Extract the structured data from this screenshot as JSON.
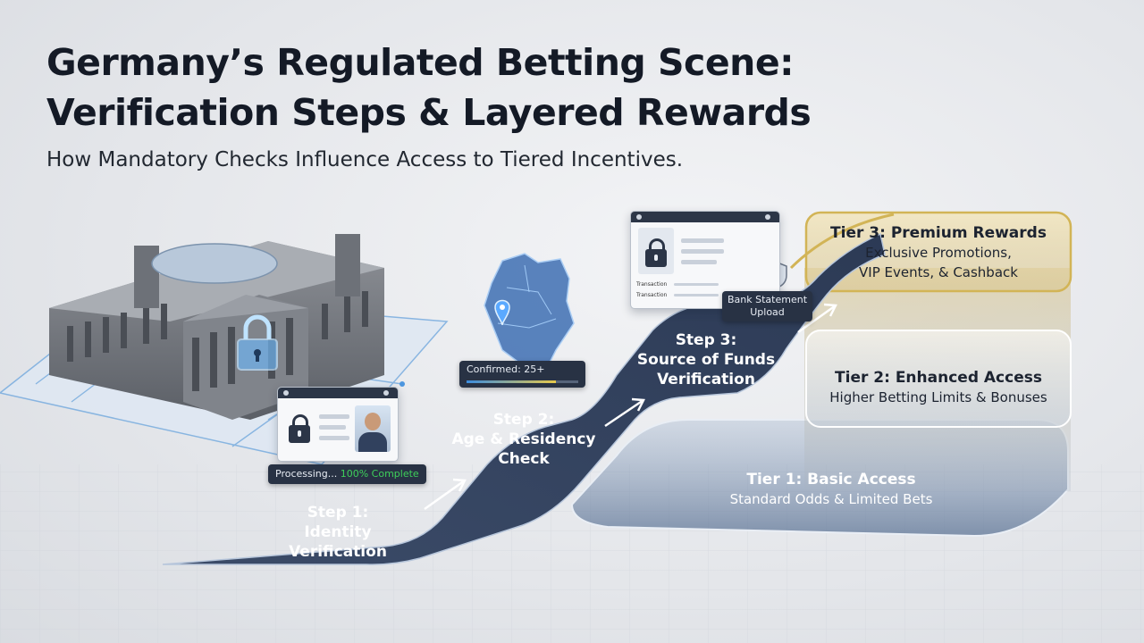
{
  "header": {
    "title_line1": "Germany’s Regulated Betting Scene:",
    "title_line2": "Verification Steps & Layered Rewards",
    "subtitle": "How Mandatory Checks Influence Access to Tiered Incentives."
  },
  "steps": [
    {
      "line1": "Step 1:",
      "line2": "Identity Verification"
    },
    {
      "line1": "Step 2:",
      "line2": "Age & Residency",
      "line3": "Check"
    },
    {
      "line1": "Step 3:",
      "line2": "Source of Funds",
      "line3": "Verification"
    }
  ],
  "tiers": [
    {
      "title": "Tier 3: Premium Rewards",
      "line1": "Exclusive Promotions,",
      "line2": "VIP Events, & Cashback"
    },
    {
      "title": "Tier 2: Enhanced Access",
      "line1": "Higher Betting Limits & Bonuses"
    },
    {
      "title": "Tier 1: Basic Access",
      "line1": "Standard Odds & Limited Bets"
    }
  ],
  "cards": {
    "identity_status_prefix": "Processing... ",
    "identity_status_complete": "100% Complete",
    "age_status": "Confirmed: 25+",
    "age_progress": 0.8,
    "funds_row1": "Transaction",
    "funds_row2": "Transaction",
    "funds_badge_line1": "Bank Statement",
    "funds_badge_line2": "Upload"
  },
  "colors": {
    "path": "#3a4a66",
    "path_light": "#8fa3c2",
    "gold": "#c9a43a",
    "accent_blue": "#3c8dde",
    "status_green": "#3ecf5a"
  },
  "icons": [
    "parliament-building-illustration",
    "padlock-icon",
    "germany-map-icon",
    "location-pin-icon",
    "document-icon",
    "shield-icon",
    "avatar-photo",
    "arrow-icon"
  ]
}
